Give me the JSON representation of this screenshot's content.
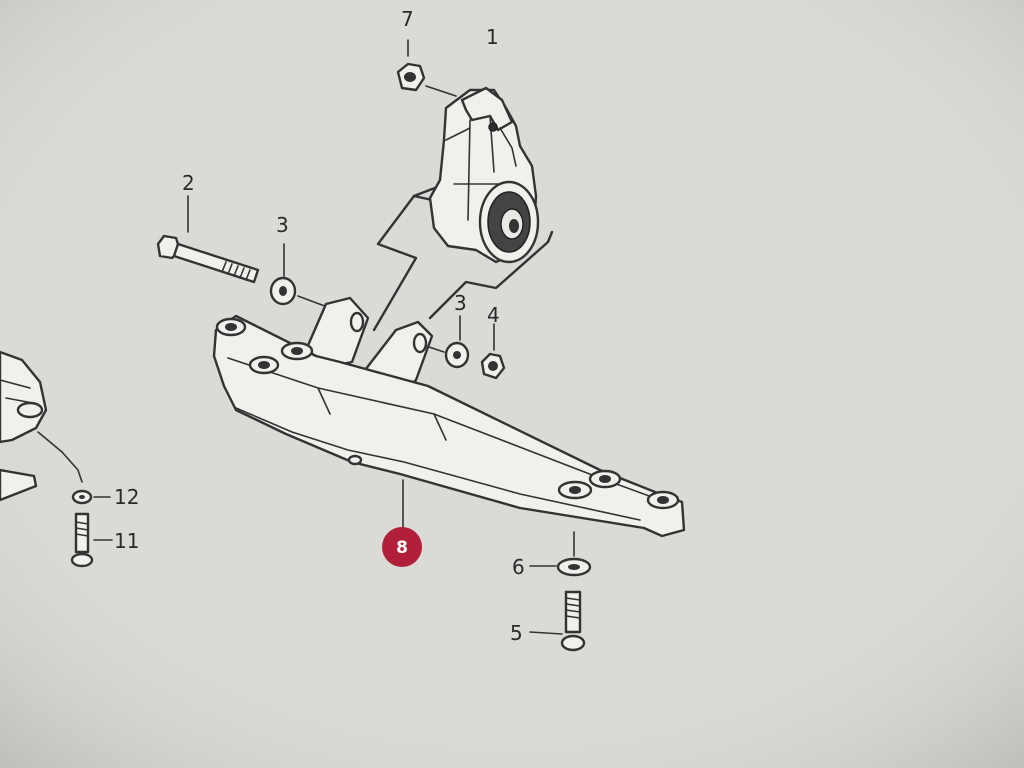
{
  "callouts": {
    "c1": "1",
    "c2": "2",
    "c3a": "3",
    "c3b": "3",
    "c4": "4",
    "c5": "5",
    "c6": "6",
    "c7": "7",
    "c8": "8",
    "c11": "11",
    "c12": "12"
  },
  "colors": {
    "highlight": "#b21f3a",
    "background": "#d8d9d4",
    "ink": "#333333"
  }
}
